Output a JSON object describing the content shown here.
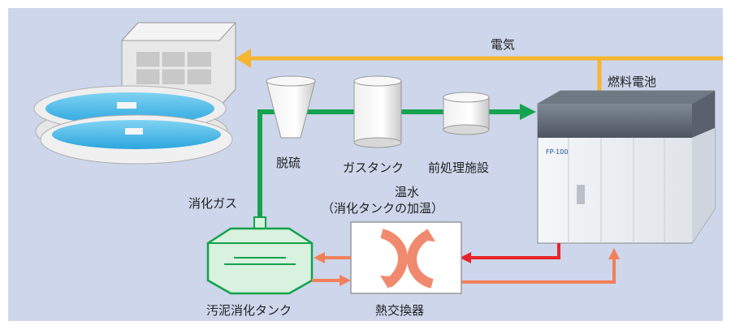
{
  "labels": {
    "electricity": "電気",
    "fuel_cell": "燃料電池",
    "desulfurization": "脱硫",
    "gas_tank": "ガスタンク",
    "pretreatment": "前処理施設",
    "digestion_gas": "消化ガス",
    "hot_water_line1": "温水",
    "hot_water_line2": "（消化タンクの加温）",
    "sludge_digestion_tank": "汚泥消化タンク",
    "heat_exchanger": "熱交換器"
  },
  "fuel_cell_panel_text": "FP-100",
  "colors": {
    "background": "#cdd6ea",
    "electricity_line": "#f6b530",
    "gas_line": "#14a350",
    "hot_return_line": "#e8242b",
    "warm_line": "#f2805a",
    "tank_outline": "#12a24b",
    "tank_fill": "#d9f1df"
  },
  "icons": [
    "treatment-plant-icon",
    "desulfurizer-icon",
    "gas-tank-icon",
    "pretreatment-tank-icon",
    "fuel-cell-unit-icon",
    "digestion-tank-icon",
    "heat-exchanger-icon"
  ]
}
